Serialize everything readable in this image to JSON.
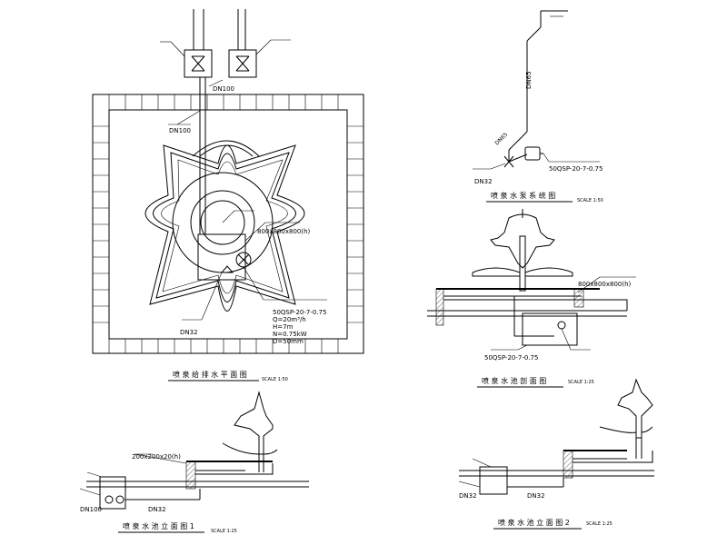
{
  "pipes": {
    "dn100_top": "DN100",
    "dn100_mid": "DN100",
    "dn32_plan": "DN32",
    "dn65": "DN65",
    "dn32_side": "DN32",
    "dn32_elev1": "DN32",
    "dn100_elev1": "DN100",
    "dn32_elev2a": "DN32",
    "dn32_elev2b": "DN32"
  },
  "equipment": {
    "pump_plan_model": "50QSP-20-7-0.75",
    "pump_plan_q": "Q=20m³/h",
    "pump_plan_h": "H=7m",
    "pump_plan_n": "N=0.75kW",
    "pump_plan_d": "D=50mm",
    "pump_side_model": "50QSP-20-7-0.75",
    "pump_section_model": "50QSP-20-7-0.75",
    "pit_plan": "800x800x800(h)",
    "pit_section": "800x800x800(h)",
    "pit_elev": "200x200x20(h)"
  },
  "scales": {
    "s1": "SCALE 1:50",
    "s2": "SCALE 1:50",
    "s3": "SCALE 1:25",
    "s4": "SCALE 1:25",
    "s5": "SCALE 1:25"
  }
}
